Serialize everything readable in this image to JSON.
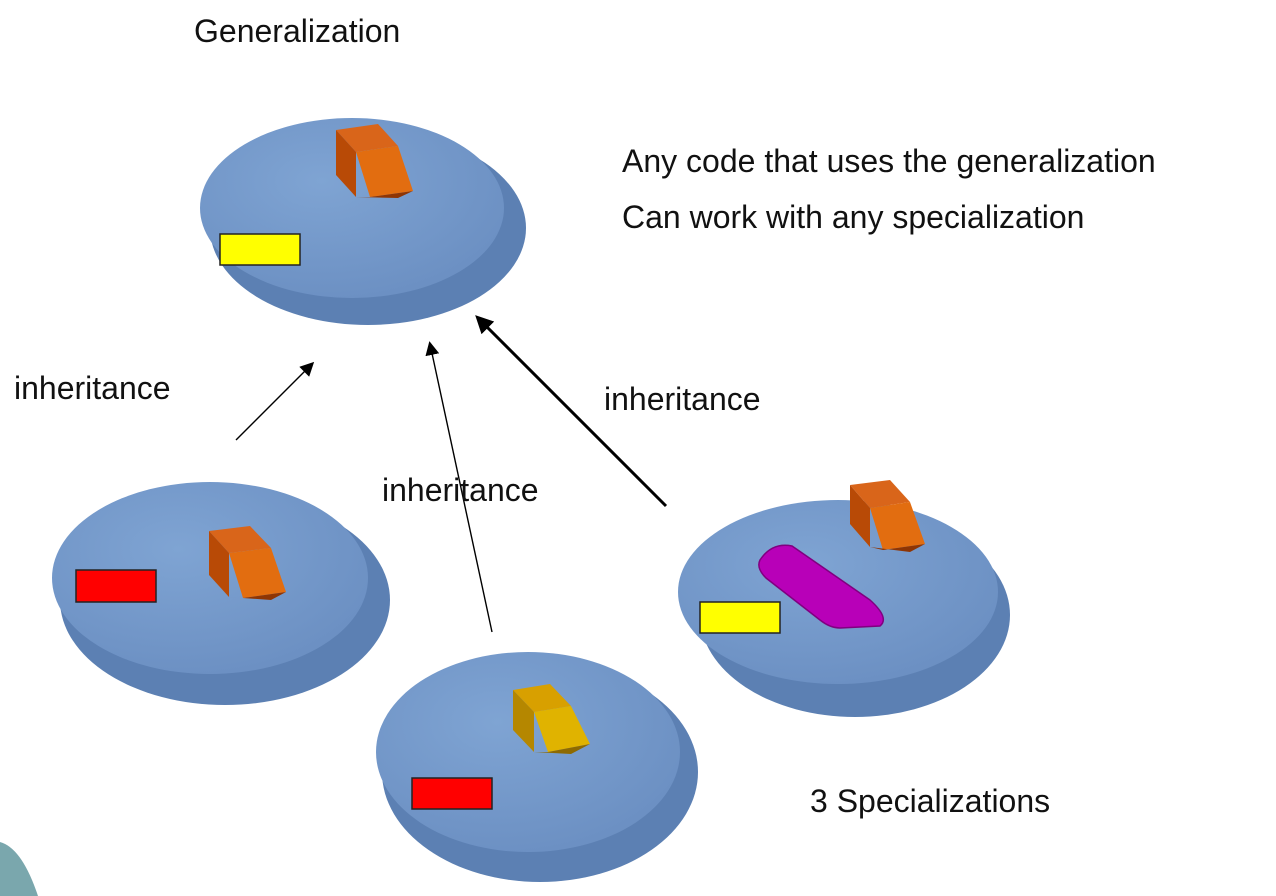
{
  "title": "Generalization",
  "note": {
    "line1": "Any code that uses the generalization",
    "line2": "Can work with any specialization"
  },
  "arrow_labels": {
    "left": "inheritance",
    "middle": "inheritance",
    "right": "inheritance"
  },
  "footer_label": "3 Specializations",
  "colors": {
    "disk_top": "#7096c7",
    "disk_side": "#5c80b3",
    "disk_edge": "#9bbbe2",
    "brown_box": "#b94a00",
    "gold_box": "#c49000",
    "red_rect": "#ff0000",
    "yellow_rect": "#ffff00",
    "magenta_blob": "#b800b8",
    "corner_accent": "#7aa7ad"
  }
}
